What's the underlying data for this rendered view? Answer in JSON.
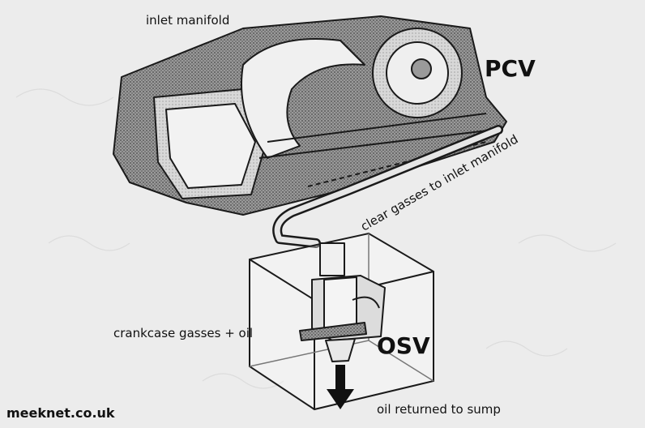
{
  "labels": {
    "inlet_manifold": "inlet manifold",
    "pcv": "PCV",
    "clear_gasses": "clear gasses to inlet manifold",
    "crankcase_gasses": "crankcase gasses + oil",
    "osv": "OSV",
    "oil_returned": "oil returned to sump",
    "site": "meeknet.co.uk"
  },
  "colors": {
    "background": "#ececec",
    "line": "#1a1a1a",
    "metal_fill": "#8c8c8c",
    "light_fill": "#f4f4f4"
  }
}
